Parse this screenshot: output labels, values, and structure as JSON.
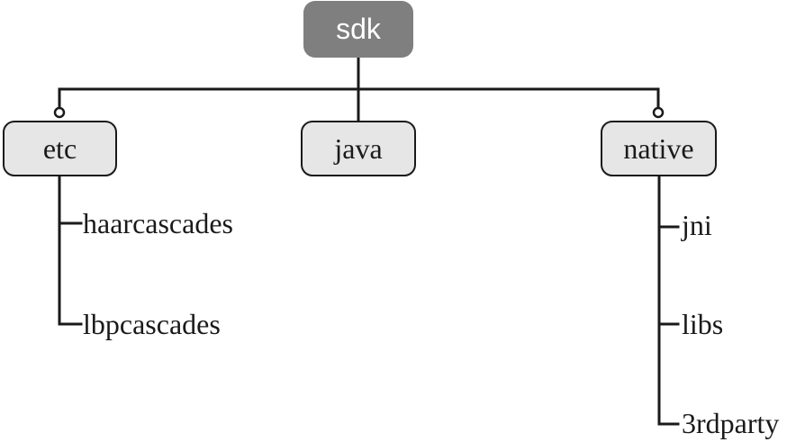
{
  "root": {
    "label": "sdk"
  },
  "children": [
    {
      "label": "etc",
      "items": [
        "haarcascades",
        "lbpcascades"
      ]
    },
    {
      "label": "java",
      "items": []
    },
    {
      "label": "native",
      "items": [
        "jni",
        "libs",
        "3rdparty"
      ]
    }
  ],
  "colors": {
    "root_fill": "#7f7f7f",
    "root_text": "#ffffff",
    "node_fill": "#e6e6e6",
    "line": "#1a1a1a"
  }
}
